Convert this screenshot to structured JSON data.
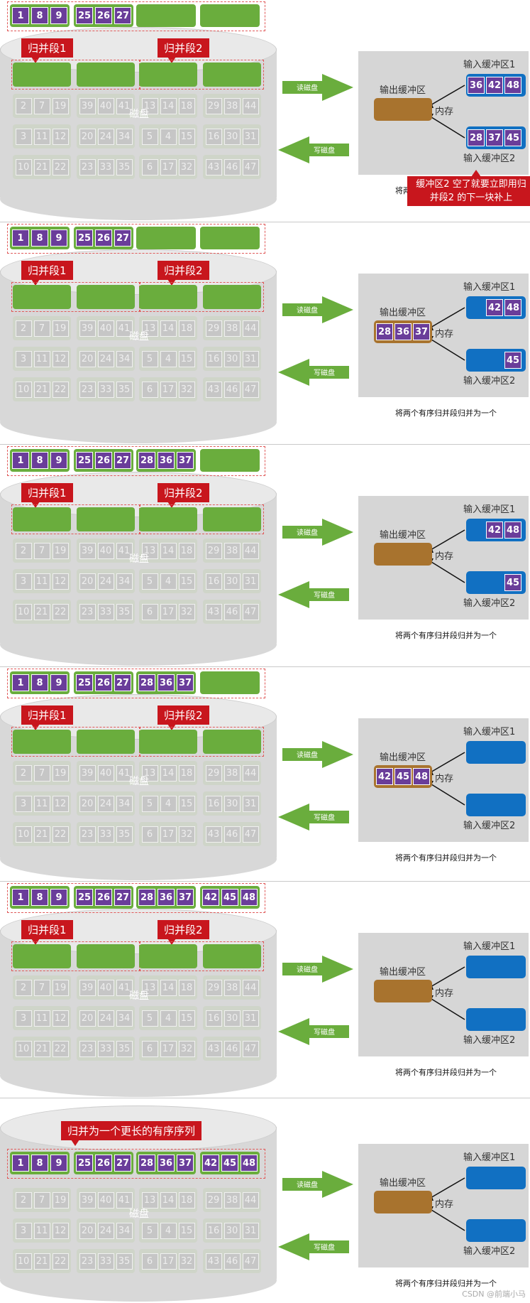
{
  "labels": {
    "segment1": "归并段1",
    "segment2": "归并段2",
    "merged_callout": "归并为一个更长的有序序列",
    "disk": "磁盘",
    "read": "读磁盘",
    "write": "写磁盘",
    "input1": "输入缓冲区1",
    "input2": "输入缓冲区2",
    "output": "输出缓冲区",
    "memory": "内存",
    "caption": "将两个有序归并段归并为一个",
    "caption_partial": "将两",
    "note": "缓冲区2 空了就要立即用归并段2 的下一块补上",
    "watermark": "CSDN @前端小马"
  },
  "faded_groups": [
    [
      [
        2,
        7,
        19
      ],
      [
        39,
        40,
        41
      ],
      [
        13,
        14,
        18
      ],
      [
        29,
        38,
        44
      ]
    ],
    [
      [
        3,
        11,
        12
      ],
      [
        20,
        24,
        34
      ],
      [
        5,
        4,
        15
      ],
      [
        16,
        30,
        31
      ]
    ],
    [
      [
        10,
        21,
        22
      ],
      [
        23,
        33,
        35
      ],
      [
        6,
        17,
        32
      ],
      [
        43,
        46,
        47
      ]
    ]
  ],
  "frames": [
    {
      "top_blocks": [
        [
          1,
          8,
          9
        ],
        [
          25,
          26,
          27
        ],
        [],
        []
      ],
      "input1": [
        36,
        42,
        48
      ],
      "input2": [
        28,
        37,
        45
      ],
      "output": [],
      "callout": "segments",
      "show_note": true
    },
    {
      "top_blocks": [
        [
          1,
          8,
          9
        ],
        [
          25,
          26,
          27
        ],
        [],
        []
      ],
      "input1": [
        42,
        48
      ],
      "input2": [
        45
      ],
      "output": [
        28,
        36,
        37
      ],
      "callout": "segments",
      "show_note": false
    },
    {
      "top_blocks": [
        [
          1,
          8,
          9
        ],
        [
          25,
          26,
          27
        ],
        [
          28,
          36,
          37
        ],
        []
      ],
      "input1": [
        42,
        48
      ],
      "input2": [
        45
      ],
      "output": [],
      "callout": "segments",
      "show_note": false
    },
    {
      "top_blocks": [
        [
          1,
          8,
          9
        ],
        [
          25,
          26,
          27
        ],
        [
          28,
          36,
          37
        ],
        []
      ],
      "input1": [],
      "input2": [],
      "output": [
        42,
        45,
        48
      ],
      "callout": "segments",
      "show_note": false
    },
    {
      "top_blocks": [
        [
          1,
          8,
          9
        ],
        [
          25,
          26,
          27
        ],
        [
          28,
          36,
          37
        ],
        [
          42,
          45,
          48
        ]
      ],
      "input1": [],
      "input2": [],
      "output": [],
      "callout": "segments",
      "show_note": false
    },
    {
      "top_blocks": [
        [
          1,
          8,
          9
        ],
        [
          25,
          26,
          27
        ],
        [
          28,
          36,
          37
        ],
        [
          42,
          45,
          48
        ]
      ],
      "input1": [],
      "input2": [],
      "output": [],
      "callout": "merged",
      "show_note": false
    }
  ]
}
